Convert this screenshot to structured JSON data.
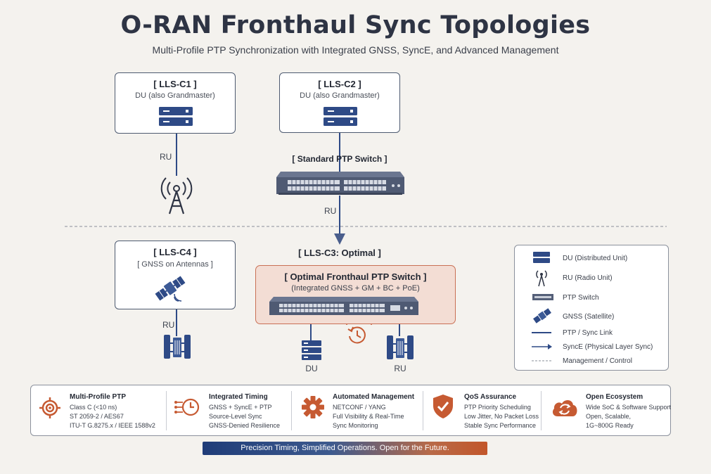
{
  "title": "O-RAN Fronthaul Sync Topologies",
  "subtitle": "Multi-Profile PTP Synchronization with Integrated GNSS, SyncE, and Advanced Management",
  "c1": {
    "title": "[ LLS-C1 ]",
    "sub": "DU (also Grandmaster)",
    "link_label": "RU"
  },
  "c2": {
    "title": "[ LLS-C2 ]",
    "sub": "DU (also Grandmaster)",
    "switch_label": "[ Standard PTP Switch ]",
    "link_label": "RU"
  },
  "c3": {
    "title": "[ LLS-C3: Optimal ]",
    "switch_title": "[ Optimal Fronthaul PTP Switch ]",
    "switch_sub": "(Integrated GNSS + GM + BC + PoE)",
    "du_label": "DU",
    "ru_label": "RU"
  },
  "c4": {
    "title": "[ LLS-C4 ]",
    "sub": "[ GNSS on Antennas ]",
    "link_label": "RU"
  },
  "legend": {
    "du": "DU (Distributed Unit)",
    "ru": "RU (Radio Unit)",
    "switch": "PTP Switch",
    "gnss": "GNSS (Satellite)",
    "ptp_link": "PTP / Sync Link",
    "synce": "SyncE (Physical Layer Sync)",
    "mgmt": "Management / Control"
  },
  "features": [
    {
      "icon": "target-icon",
      "title": "Multi-Profile PTP",
      "lines": [
        "Class C (<10 ns)",
        "ST 2059-2 / AES67",
        "ITU-T G.8275.x / IEEE 1588v2"
      ]
    },
    {
      "icon": "clock-circuit-icon",
      "title": "Integrated Timing",
      "lines": [
        "GNSS + SyncE + PTP",
        "Source-Level Sync",
        "GNSS-Denied Resilience"
      ]
    },
    {
      "icon": "gear-icon",
      "title": "Automated Management",
      "lines": [
        "NETCONF / YANG",
        "Full Visibility & Real-Time",
        "Sync Monitoring"
      ]
    },
    {
      "icon": "shield-check-icon",
      "title": "QoS Assurance",
      "lines": [
        "PTP Priority Scheduling",
        "Low Jitter, No Packet Loss",
        "Stable Sync Performance"
      ]
    },
    {
      "icon": "cloud-sync-icon",
      "title": "Open Ecosystem",
      "lines": [
        "Wide SoC & Software Support",
        "Open, Scalable,",
        "1G~800G Ready"
      ]
    }
  ],
  "banner": "Precision Timing, Simplified Operations. Open for the Future.",
  "colors": {
    "navy": "#2e4a86",
    "orange": "#c65a32",
    "switch": "#545f78"
  }
}
